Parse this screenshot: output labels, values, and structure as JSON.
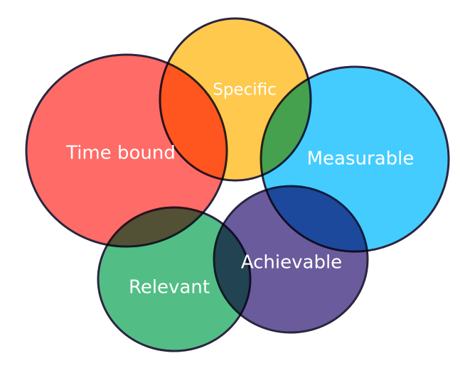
{
  "diagram": {
    "circles": [
      {
        "id": "time-bound",
        "label": "Time bound",
        "color": "#ff6b66"
      },
      {
        "id": "specific",
        "label": "Specific",
        "color": "#ffc94d"
      },
      {
        "id": "measurable",
        "label": "Measurable",
        "color": "#45ccff"
      },
      {
        "id": "achievable",
        "label": "Achievable",
        "color": "#6a5b9c"
      },
      {
        "id": "relevant",
        "label": "Relevant",
        "color": "#52be85"
      }
    ],
    "outline_color": "#2b2540"
  }
}
